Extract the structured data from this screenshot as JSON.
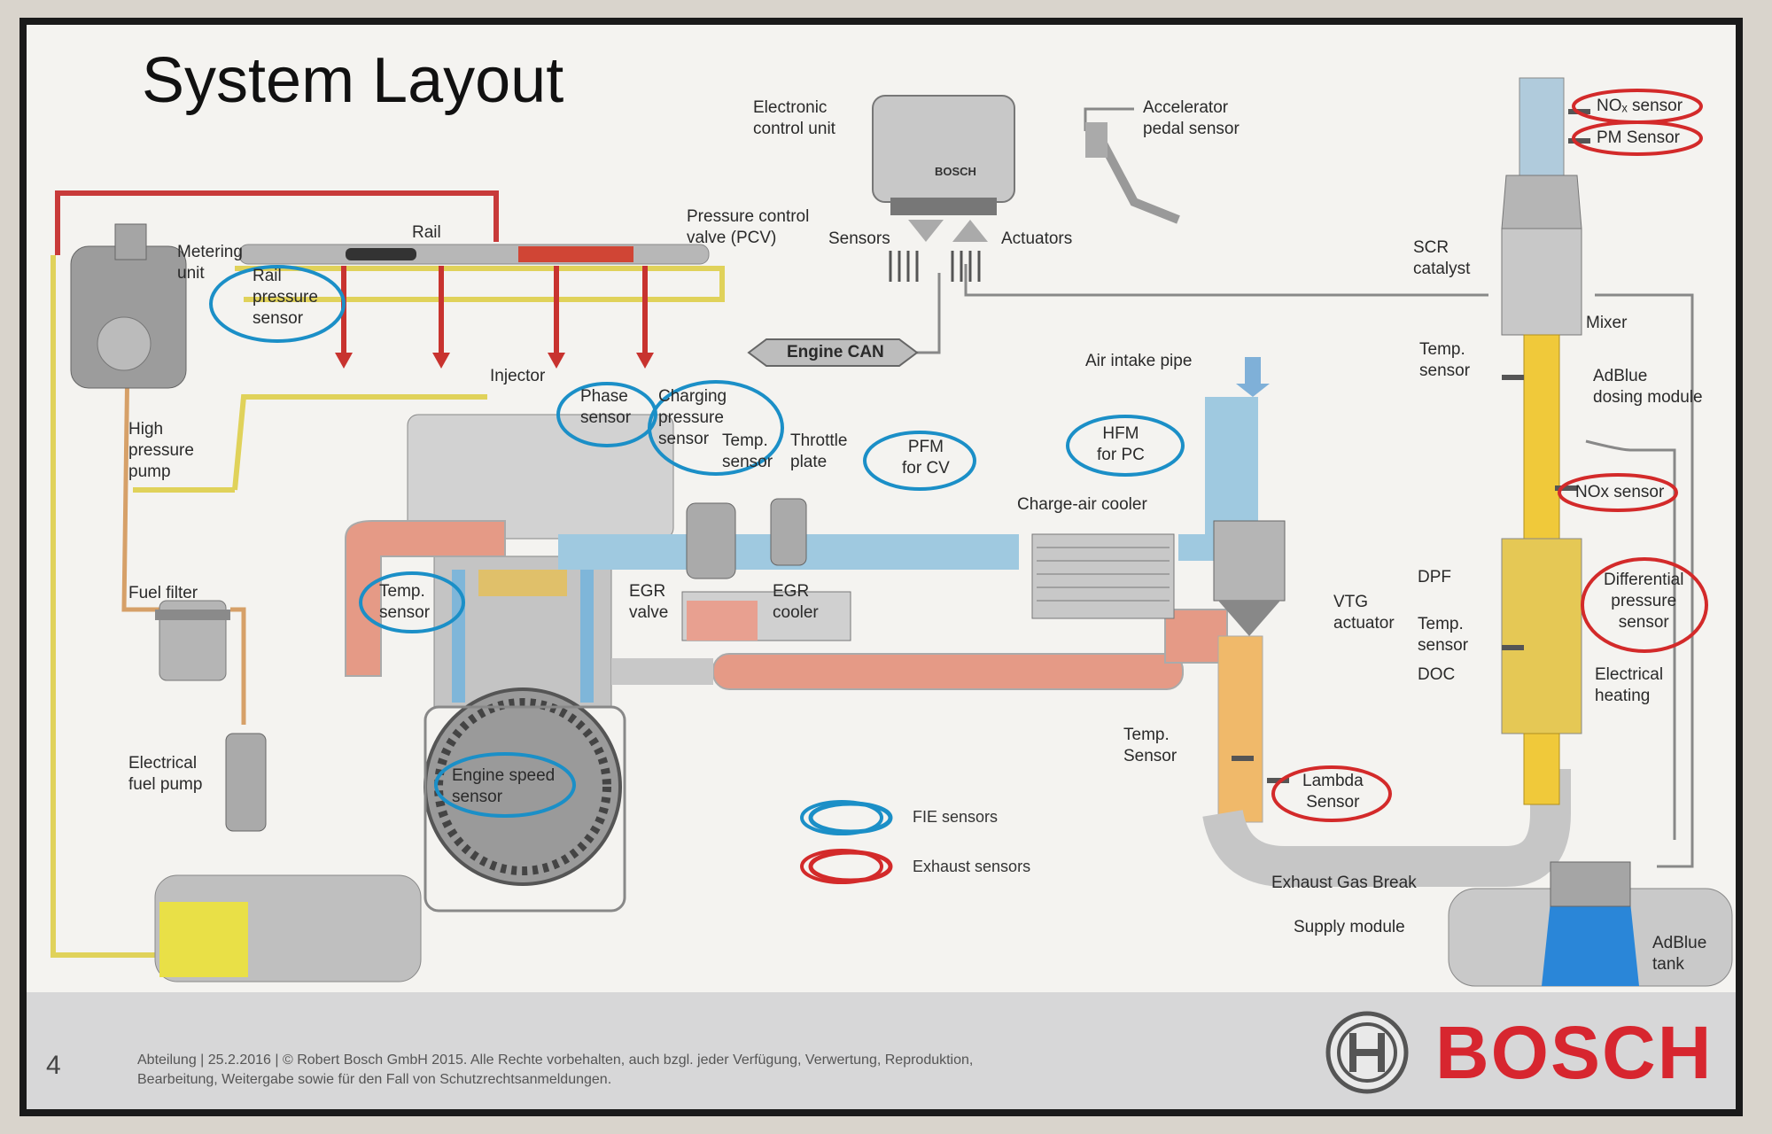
{
  "title": "System Layout",
  "labels": {
    "ecu": "Electronic\ncontrol unit",
    "accel": "Accelerator\npedal sensor",
    "pcv": "Pressure control\nvalve (PCV)",
    "rail": "Rail",
    "metering": "Metering\nunit",
    "rail_sensor": "Rail\npressure\nsensor",
    "sensors": "Sensors",
    "actuators": "Actuators",
    "engine_can": "Engine CAN",
    "injector": "Injector",
    "phase": "Phase\nsensor",
    "charging": "Charging\npressure\nsensor",
    "temp_top": "Temp.\nsensor",
    "throttle": "Throttle\nplate",
    "pfm": "PFM\nfor CV",
    "hfm": "HFM\nfor PC",
    "air_intake": "Air intake pipe",
    "charge_air": "Charge-air cooler",
    "hp_pump": "High\npressure\npump",
    "fuel_filter": "Fuel filter",
    "elec_pump": "Electrical\nfuel pump",
    "temp_engine": "Temp.\nsensor",
    "egr_valve": "EGR\nvalve",
    "egr_cooler": "EGR\ncooler",
    "vtg": "VTG\nactuator",
    "engine_speed": "Engine speed\nsensor",
    "temp_exhaust": "Temp.\nSensor",
    "lambda": "Lambda\nSensor",
    "exhaust_brake": "Exhaust Gas Break",
    "supply_module": "Supply module",
    "scr": "SCR\ncatalyst",
    "mixer": "Mixer",
    "temp_scr": "Temp.\nsensor",
    "adblue_dosing": "AdBlue\ndosing module",
    "nox_sensor": "NOx sensor",
    "dpf": "DPF",
    "temp_dpf": "Temp.\nsensor",
    "doc": "DOC",
    "diff_pressure": "Differential\npressure\nsensor",
    "elec_heating": "Electrical\nheating",
    "adblue_tank": "AdBlue\ntank",
    "nox_top": "NOₓ sensor",
    "pm_sensor": "PM Sensor",
    "ecu_brand": "BOSCH"
  },
  "legend": {
    "fie": "FIE sensors",
    "exhaust": "Exhaust sensors"
  },
  "footer": {
    "page": "4",
    "text": "Abteilung | 25.2.2016 | © Robert Bosch GmbH 2015. Alle Rechte vorbehalten, auch bzgl. jeder Verfügung, Verwertung, Reproduktion,\nBearbeitung, Weitergabe sowie für den Fall von Schutzrechtsanmeldungen.",
    "brand": "BOSCH"
  },
  "colors": {
    "fie": "#1b8fc7",
    "exhaust": "#d32a2a",
    "fuel": "#e2d14a",
    "hot": "#e59a86",
    "cool": "#9fc9e0",
    "urea": "#e8c430"
  }
}
